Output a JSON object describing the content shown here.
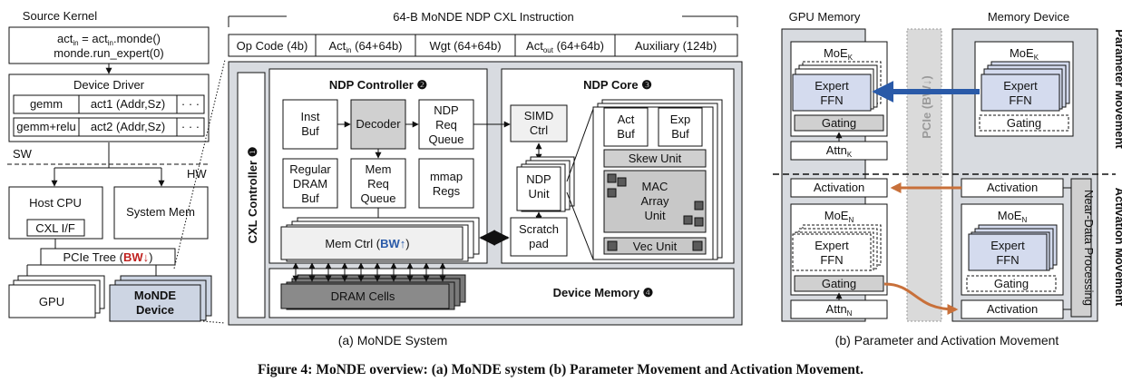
{
  "source_kernel": {
    "title": "Source Kernel",
    "line1_a": "act",
    "line1_sub1": "in",
    "line1_b": " = act",
    "line1_sub2": "in",
    "line1_c": ".monde()",
    "line2": "monde.run_expert(0)"
  },
  "device_driver": {
    "title": "Device Driver",
    "rows": [
      {
        "op": "gemm",
        "arg": "act1 (Addr,Sz)",
        "more": "· · ·"
      },
      {
        "op": "gemm+relu",
        "arg": "act2 (Addr,Sz)",
        "more": "· · ·"
      }
    ]
  },
  "sw_label": "SW",
  "hw_label": "HW",
  "host_cpu": "Host CPU",
  "cxl_if": "CXL I/F",
  "system_mem": "System Mem",
  "pcie_tree": {
    "label": "PCIe Tree (",
    "bw": "BW↓",
    "close": ")"
  },
  "gpu": "GPU",
  "monde_device": {
    "line1": "MoNDE",
    "line2": "Device"
  },
  "instruction": {
    "title": "64-B MoNDE NDP CXL Instruction",
    "fields": {
      "opcode": "Op Code (4b)",
      "act_in_a": "Act",
      "act_in_sub": "in",
      "act_in_b": " (64+64b)",
      "wgt": "Wgt (64+64b)",
      "act_out_a": "Act",
      "act_out_sub": "out",
      "act_out_b": " (64+64b)",
      "aux": "Auxiliary (124b)"
    }
  },
  "cxl_controller": "CXL Controller ❶",
  "ndp_controller": {
    "title": "NDP Controller ❷",
    "inst_buf": [
      "Inst",
      "Buf"
    ],
    "decoder": "Decoder",
    "ndp_req": [
      "NDP",
      "Req",
      "Queue"
    ],
    "regular_dram": [
      "Regular",
      "DRAM",
      "Buf"
    ],
    "mem_req": [
      "Mem",
      "Req",
      "Queue"
    ],
    "mmap": [
      "mmap",
      "Regs"
    ],
    "mem_ctrl": "Mem Ctrl (",
    "mem_ctrl_bw": "BW↑",
    "mem_ctrl_close": ")"
  },
  "ndp_core": {
    "title": "NDP Core ❸",
    "simd": [
      "SIMD",
      "Ctrl"
    ],
    "ndp_unit": [
      "NDP",
      "Unit"
    ],
    "scratch": [
      "Scratch",
      "pad"
    ],
    "act_buf": [
      "Act",
      "Buf"
    ],
    "exp_buf": [
      "Exp",
      "Buf"
    ],
    "skew": "Skew Unit",
    "mac": [
      "MAC",
      "Array",
      "Unit"
    ],
    "vec": "Vec Unit"
  },
  "dram_cells": "DRAM Cells",
  "device_memory": "Device Memory ❹",
  "sub_a": "(a) MoNDE System",
  "panel_b": {
    "gpu_memory": "GPU Memory",
    "memory_device": "Memory Device",
    "pcie": "PCIe (",
    "pcie_bw": "BW↓",
    "pcie_close": ")",
    "moe_k": "MoE",
    "moe_k_sub": "K",
    "moe_n": "MoE",
    "moe_n_sub": "N",
    "expert": "Expert",
    "ffn": "FFN",
    "gating": "Gating",
    "attn": "Attn",
    "attn_k_sub": "K",
    "attn_n_sub": "N",
    "activation": "Activation",
    "near_data": "Near-Data Processing",
    "param_movement": "Parameter Movement",
    "act_movement": "Activation Movement",
    "sub_b": "(b) Parameter and Activation Movement"
  },
  "caption": "Figure 4: MoNDE overview: (a) MoNDE system (b) Parameter Movement and Activation Movement."
}
